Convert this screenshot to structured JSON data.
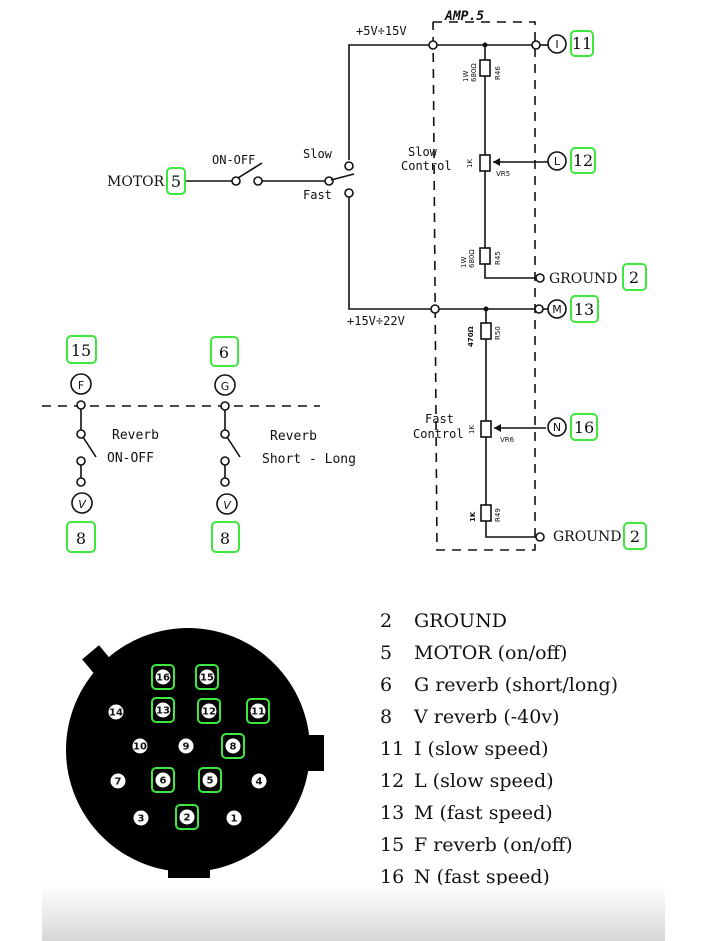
{
  "schematic": {
    "amp_title": "AMP.5",
    "supply_top": "+5V÷15V",
    "supply_bottom": "+15V÷22V",
    "motor": "MOTOR",
    "on_off": "ON-OFF",
    "slow": "Slow",
    "fast": "Fast",
    "slow_control": [
      "Slow",
      "Control"
    ],
    "fast_control": [
      "Fast",
      "Control"
    ],
    "ground": "GROUND",
    "reverb": "Reverb",
    "reverb_on_off": "ON-OFF",
    "reverb_short_long": "Short - Long",
    "resistors": {
      "r46": {
        "power": "1W",
        "value": "680Ω",
        "ref": "R46"
      },
      "vr5": {
        "value": "1K",
        "ref": "VR5"
      },
      "r45": {
        "power": "1W",
        "value": "680Ω",
        "ref": "R45"
      },
      "r50": {
        "value": "470Ω",
        "ref": "R50"
      },
      "vr6": {
        "value": "1K",
        "ref": "VR6"
      },
      "r49": {
        "value": "1K",
        "ref": "R49"
      }
    },
    "terminals": {
      "i": {
        "letter": "I",
        "pin": "11"
      },
      "l": {
        "letter": "L",
        "pin": "12"
      },
      "ground1": {
        "pin": "2"
      },
      "m": {
        "letter": "M",
        "pin": "13"
      },
      "n": {
        "letter": "N",
        "pin": "16"
      },
      "ground2": {
        "pin": "2"
      },
      "motor": {
        "pin": "5"
      },
      "f": {
        "letter": "F",
        "pin": "15"
      },
      "g": {
        "letter": "G",
        "pin": "6"
      },
      "v1": {
        "letter": "V",
        "pin": "8"
      },
      "v2": {
        "letter": "V",
        "pin": "8"
      }
    }
  },
  "connector": {
    "pins": [
      "16",
      "15",
      "14",
      "13",
      "12",
      "11",
      "10",
      "9",
      "8",
      "7",
      "6",
      "5",
      "4",
      "3",
      "2",
      "1"
    ],
    "highlighted": [
      "16",
      "15",
      "13",
      "12",
      "11",
      "8",
      "6",
      "5",
      "2"
    ]
  },
  "legend": [
    {
      "num": "2",
      "text": "GROUND"
    },
    {
      "num": "5",
      "text": "MOTOR (on/off)"
    },
    {
      "num": "6",
      "text": "G reverb (short/long)"
    },
    {
      "num": "8",
      "text": "V reverb (-40v)"
    },
    {
      "num": "11",
      "text": "I (slow speed)"
    },
    {
      "num": "12",
      "text": "L (slow speed)"
    },
    {
      "num": "13",
      "text": "M (fast speed)"
    },
    {
      "num": "15",
      "text": "F reverb (on/off)"
    },
    {
      "num": "16",
      "text": "N (fast speed)"
    }
  ],
  "colors": {
    "highlight": "#3ee83e",
    "ink": "#111111",
    "connector": "#000000"
  }
}
